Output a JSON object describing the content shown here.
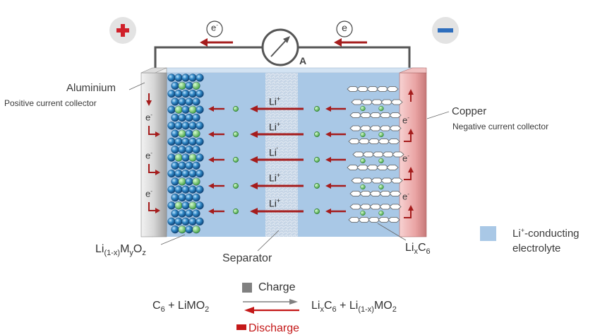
{
  "terminals": {
    "positive_symbol": "+",
    "negative_symbol": "−"
  },
  "circuit": {
    "electron_left": "e",
    "electron_left_sup": "-",
    "electron_right": "e",
    "ammeter_label": "A"
  },
  "labels": {
    "aluminium": "Aluminium",
    "positive_collector": "Positive current collector",
    "copper": "Copper",
    "negative_collector": "Negative current collector",
    "separator": "Separator",
    "cathode_formula": {
      "base": "Li",
      "sub1": "(1-x)",
      "m": "M",
      "sub2": "y",
      "o": "O",
      "sub3": "z"
    },
    "anode_formula": {
      "base": "Li",
      "sub1": "x",
      "c": "C",
      "sub2": "6"
    }
  },
  "electrode_electrons": {
    "symbol": "e",
    "sup": "-"
  },
  "ions": [
    {
      "text": "Li",
      "sup": "+"
    },
    {
      "text": "Li",
      "sup": "+"
    },
    {
      "text": "Li",
      "sup": "'"
    },
    {
      "text": "Li",
      "sup": "+"
    },
    {
      "text": "Li",
      "sup": "+"
    }
  ],
  "legend": {
    "line1": "Li",
    "line1_sup": "+",
    "line1_rest": "-conducting",
    "line2": "electrolyte",
    "color": "#a9c8e6"
  },
  "reaction": {
    "left": {
      "c": "C",
      "c_sub": "6",
      "rest": " + LiMO",
      "rest_sub": "2"
    },
    "right": {
      "li": "Li",
      "li_sub": "x",
      "c": "C",
      "c_sub": "6",
      "plus": " + Li",
      "plus_sub": "(1-x)",
      "mo": "MO",
      "mo_sub": "2"
    },
    "charge_label": "Charge",
    "discharge_label": "Discharge",
    "charge_color": "#808080",
    "discharge_color": "#c41818"
  },
  "colors": {
    "arrow": "#a51c1c",
    "electrolyte": "#a9c8e6",
    "aluminium": "#bdbdbd",
    "copper": "#e8a6a6",
    "wire": "#555555"
  }
}
